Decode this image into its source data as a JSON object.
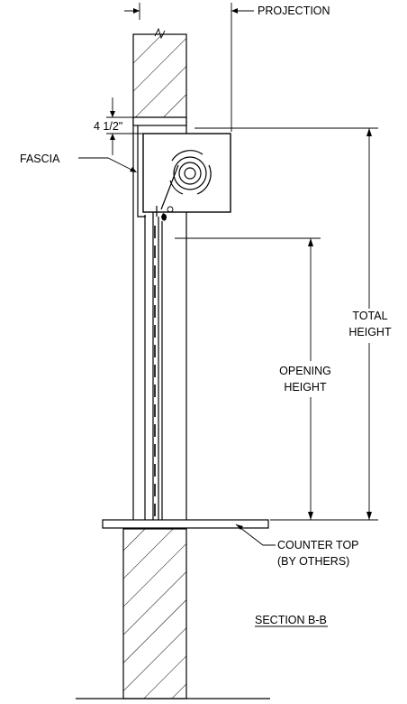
{
  "labels": {
    "projection": "PROJECTION",
    "fascia": "FASCIA",
    "four_half": "4 1/2\"",
    "total_height_1": "TOTAL",
    "total_height_2": "HEIGHT",
    "opening_height_1": "OPENING",
    "opening_height_2": "HEIGHT",
    "counter_top_1": "COUNTER TOP",
    "counter_top_2": "(BY OTHERS)",
    "section": "SECTION B-B"
  }
}
